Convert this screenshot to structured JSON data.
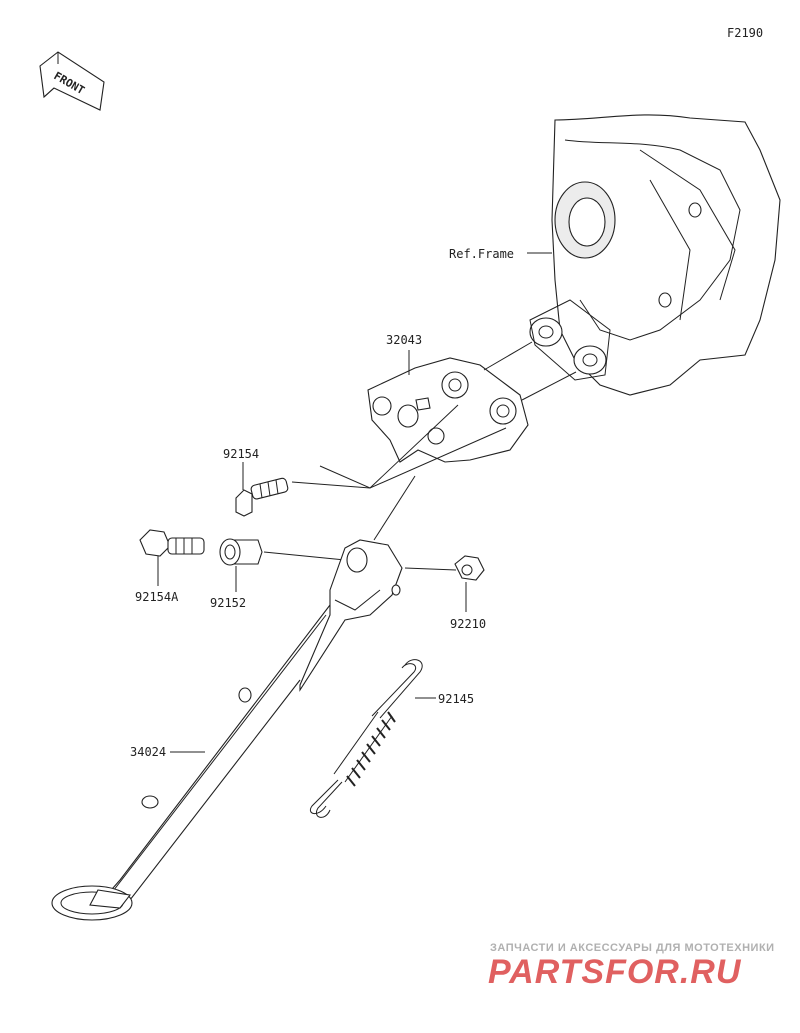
{
  "figure_code": "F2190",
  "front_badge": "FRONT",
  "labels": {
    "ref_frame": "Ref.Frame",
    "p32043": "32043",
    "p92154": "92154",
    "p92154A": "92154A",
    "p92152": "92152",
    "p92210": "92210",
    "p92145": "92145",
    "p34024": "34024"
  },
  "watermark": {
    "tagline": "ЗАПЧАСТИ И АКСЕССУАРЫ ДЛЯ МОТОТЕХНИКИ",
    "brand": "PARTSFOR.RU"
  },
  "colors": {
    "line": "#222222",
    "watermark_text": "#b0b0b0",
    "watermark_brand": "#e06060"
  }
}
